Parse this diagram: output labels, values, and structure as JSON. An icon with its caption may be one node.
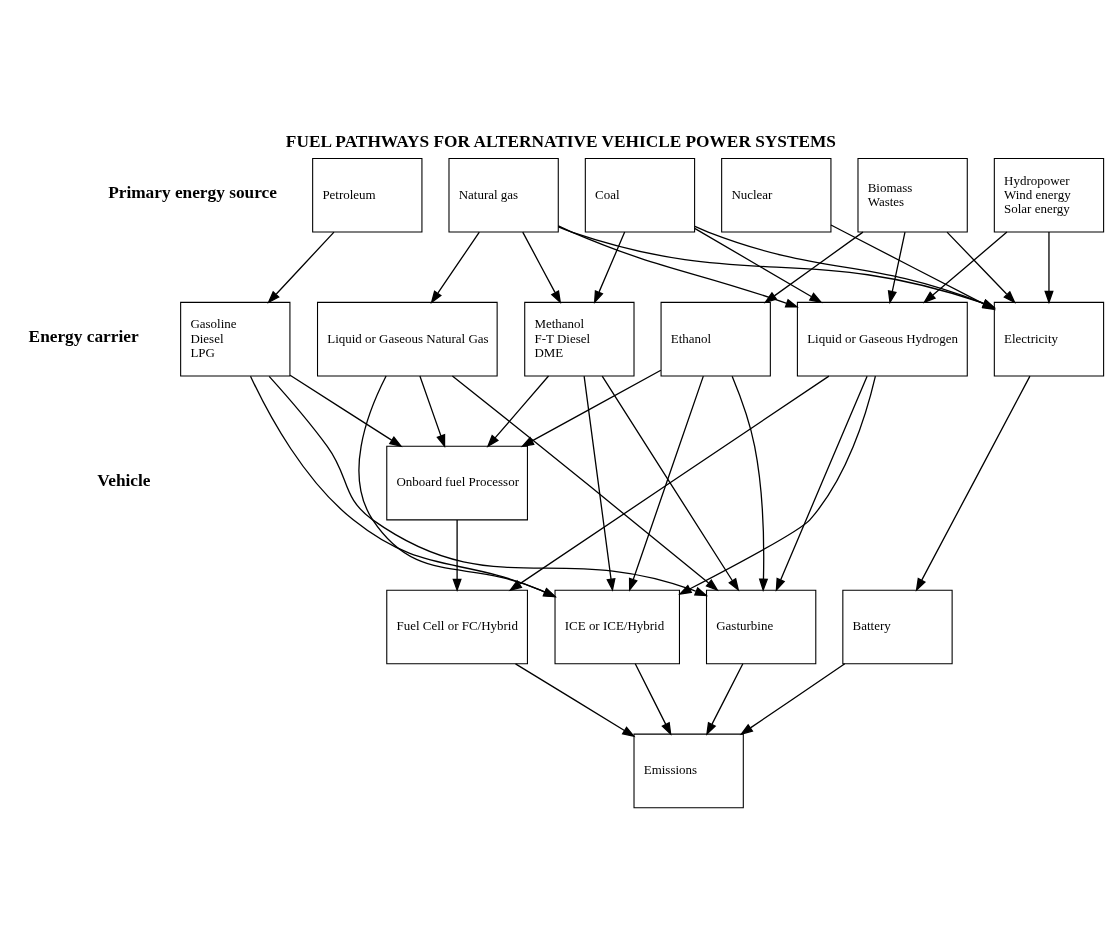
{
  "diagram": {
    "title": "FUEL PATHWAYS FOR ALTERNATIVE VEHICLE POWER SYSTEMS",
    "nodes": [
      {
        "text": [
          "Petroleum"
        ]
      },
      {
        "text": [
          "Natural gas"
        ]
      },
      {
        "text": [
          "Coal"
        ]
      },
      {
        "text": [
          "Nuclear"
        ]
      },
      {
        "text": [
          "Biomass",
          "Wastes"
        ]
      },
      {
        "text": [
          "Hydropower",
          "Wind energy",
          "Solar energy"
        ]
      },
      {
        "text": [
          "Gasoline",
          "Diesel",
          "LPG"
        ]
      },
      {
        "text": [
          "Liquid or Gaseous Natural Gas"
        ]
      },
      {
        "text": [
          "Methanol",
          "F-T Diesel",
          "DME"
        ]
      },
      {
        "text": [
          "Ethanol"
        ]
      },
      {
        "text": [
          "Liquid or Gaseous Hydrogen"
        ]
      },
      {
        "text": [
          "Electricity"
        ]
      },
      {
        "text": [
          "Onboard fuel Processor"
        ]
      },
      {
        "text": [
          "Fuel Cell or FC/Hybrid"
        ]
      },
      {
        "text": [
          "ICE or ICE/Hybrid"
        ]
      },
      {
        "text": [
          "Gasturbine"
        ]
      },
      {
        "text": [
          "Battery"
        ]
      },
      {
        "text": [
          "Emissions"
        ]
      }
    ],
    "edges": [
      {
        "from": 0,
        "to": 6,
        "arrow": "to"
      },
      {
        "from": 1,
        "to": 7,
        "arrow": "to"
      },
      {
        "from": 1,
        "to": 8,
        "arrow": "to"
      },
      {
        "from": 1,
        "to": 10,
        "arrow": "to"
      },
      {
        "from": 1,
        "to": 11,
        "arrow": "to"
      },
      {
        "from": 2,
        "to": 8,
        "arrow": "to"
      },
      {
        "from": 2,
        "to": 10,
        "arrow": "to"
      },
      {
        "from": 2,
        "to": 11,
        "arrow": "to"
      },
      {
        "from": 3,
        "to": 11,
        "arrow": "to"
      },
      {
        "from": 4,
        "to": 9,
        "arrow": "to"
      },
      {
        "from": 4,
        "to": 10,
        "arrow": "to"
      },
      {
        "from": 4,
        "to": 11,
        "arrow": "to"
      },
      {
        "from": 5,
        "to": 10,
        "arrow": "to"
      },
      {
        "from": 5,
        "to": 11,
        "arrow": "to"
      },
      {
        "from": 6,
        "to": 12,
        "arrow": "to"
      },
      {
        "from": 6,
        "to": 14,
        "arrow": "to"
      },
      {
        "from": 6,
        "to": 15,
        "arrow": "to"
      },
      {
        "from": 7,
        "to": 12,
        "arrow": "to"
      },
      {
        "from": 7,
        "to": 14,
        "arrow": "to"
      },
      {
        "from": 7,
        "to": 15,
        "arrow": "to"
      },
      {
        "from": 8,
        "to": 12,
        "arrow": "to"
      },
      {
        "from": 8,
        "to": 14,
        "arrow": "to"
      },
      {
        "from": 8,
        "to": 15,
        "arrow": "to"
      },
      {
        "from": 9,
        "to": 12,
        "arrow": "to"
      },
      {
        "from": 9,
        "to": 14,
        "arrow": "to"
      },
      {
        "from": 9,
        "to": 15,
        "arrow": "to"
      },
      {
        "from": 10,
        "to": 13,
        "arrow": "to"
      },
      {
        "from": 10,
        "to": 14,
        "arrow": "to"
      },
      {
        "from": 10,
        "to": 15,
        "arrow": "to"
      },
      {
        "from": 11,
        "to": 16,
        "arrow": "to"
      },
      {
        "from": 12,
        "to": 13,
        "arrow": "to"
      },
      {
        "from": 13,
        "to": 17,
        "arrow": "to"
      },
      {
        "from": 14,
        "to": 17,
        "arrow": "to"
      },
      {
        "from": 15,
        "to": 17,
        "arrow": "to"
      },
      {
        "from": 16,
        "to": 17,
        "arrow": "to"
      }
    ],
    "labels": [
      "Primary energy source",
      "Energy carrier",
      "Vehicle"
    ]
  }
}
